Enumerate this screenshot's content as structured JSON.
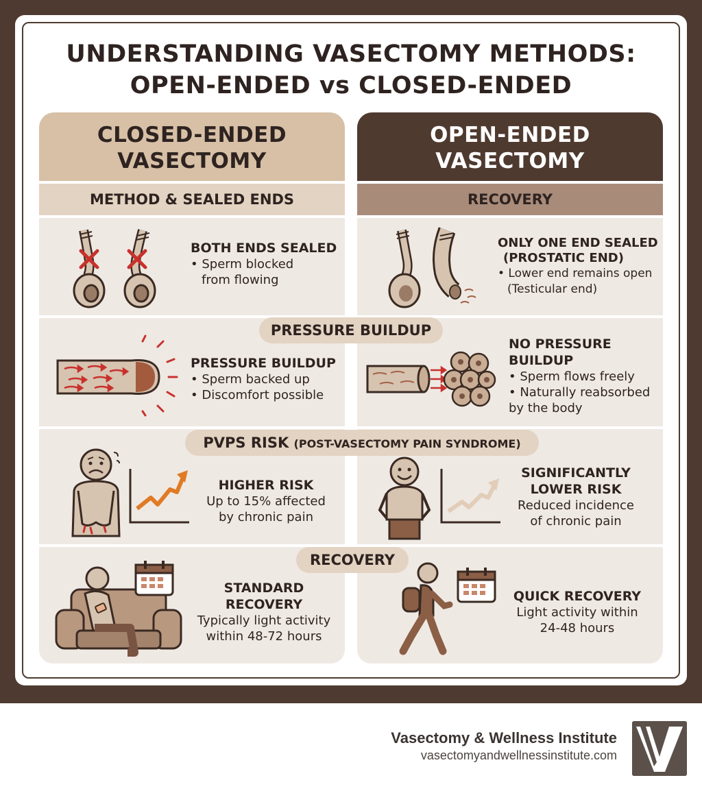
{
  "title": {
    "line1": "UNDERSTANDING VASECTOMY METHODS:",
    "line2": "OPEN-ENDED vs CLOSED-ENDED"
  },
  "closed": {
    "heading_line1": "CLOSED-ENDED",
    "heading_line2": "VASECTOMY",
    "subheading": "METHOD & SEALED ENDS",
    "method": {
      "title": "BOTH ENDS SEALED",
      "line1": "• Sperm blocked",
      "line2": "from flowing"
    },
    "pressure": {
      "title": "PRESSURE BUILDUP",
      "line1": "• Sperm backed up",
      "line2": "• Discomfort possible"
    },
    "pvps": {
      "title": "HIGHER RISK",
      "line1": "Up to 15% affected",
      "line2": "by chronic pain"
    },
    "recovery": {
      "title_line1": "STANDARD",
      "title_line2": "RECOVERY",
      "line1": "Typically light activity",
      "line2": "within 48-72 hours"
    }
  },
  "open": {
    "heading_line1": "OPEN-ENDED",
    "heading_line2": "VASECTOMY",
    "subheading": "RECOVERY",
    "method": {
      "title_line1": "ONLY ONE END SEALED",
      "title_line2": "(PROSTATIC END)",
      "line1": "• Lower end remains open",
      "line2": "(Testicular end)"
    },
    "pressure": {
      "title_line1": "NO PRESSURE",
      "title_line2": "BUILDUP",
      "line1": "• Sperm flows freely",
      "line2": "• Naturally reabsorbed",
      "line3": "by the body"
    },
    "pvps": {
      "title_line1": "SIGNIFICANTLY",
      "title_line2": "LOWER RISK",
      "line1": "Reduced incidence",
      "line2": "of chronic pain"
    },
    "recovery": {
      "title": "QUICK RECOVERY",
      "line1": "Light activity within",
      "line2": "24-48 hours"
    }
  },
  "pills": {
    "pressure": "PRESSURE BUILDUP",
    "pvps_main": "PVPS RISK",
    "pvps_sub": "(POST-VASECTOMY PAIN SYNDROME)",
    "recovery": "RECOVERY"
  },
  "footer": {
    "name": "Vasectomy & Wellness Institute",
    "url": "vasectomyandwellnessinstitute.com"
  },
  "icons": {
    "vas_closed": "vas-deferens-sealed-icon",
    "vas_open": "vas-deferens-open-icon",
    "pressure_tube": "pressure-tube-icon",
    "reabsorbed": "cells-reabsorb-icon",
    "worried": "worried-man-icon",
    "happy": "happy-man-icon",
    "chart_up": "trend-up-chart-icon",
    "calendar": "calendar-icon",
    "sofa": "resting-man-sofa-icon",
    "walking": "walking-man-icon",
    "logo": "v-logo-icon"
  },
  "colors": {
    "dark_brown": "#4f3a30",
    "tan": "#d7c0a6",
    "panel": "#efe9e4",
    "accent_red": "#c8312c",
    "accent_orange": "#e07b25"
  }
}
